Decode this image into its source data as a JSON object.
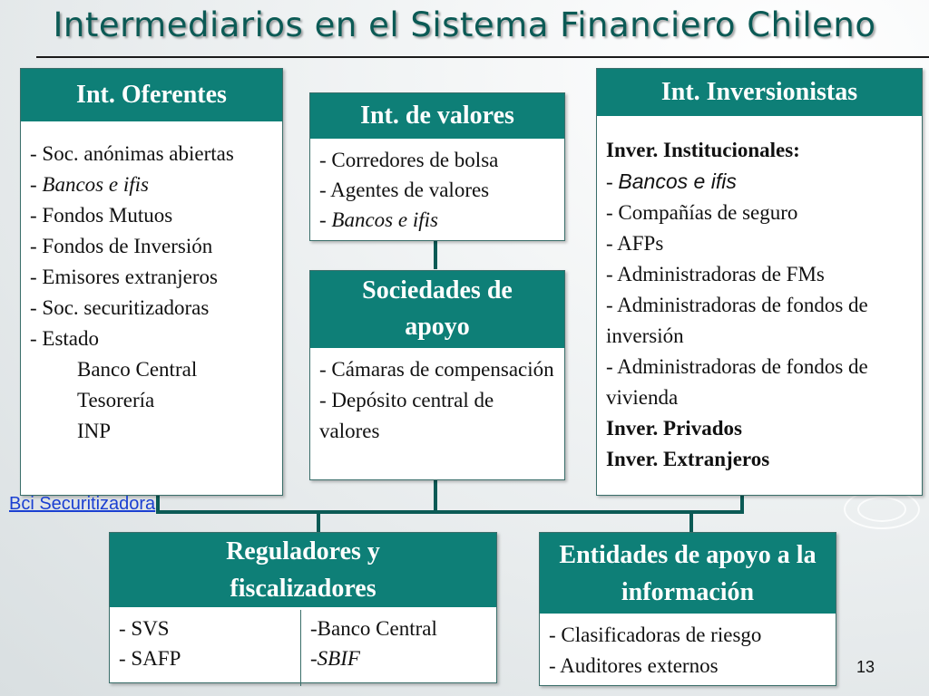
{
  "title": "Intermediarios en el Sistema Financiero Chileno",
  "oferentes": {
    "header": "Int. Oferentes",
    "items": [
      "- Soc. anónimas abiertas",
      "- Fondos Mutuos",
      "- Fondos de Inversión",
      "- Emisores extranjeros",
      "- Soc. securitizadoras",
      "- Estado"
    ],
    "bancos": "Bancos e ifis",
    "estado_sub": [
      "Banco Central",
      "Tesorería",
      "INP"
    ]
  },
  "valores": {
    "header": "Int. de valores",
    "items": [
      "- Corredores de bolsa",
      "- Agentes de valores"
    ],
    "bancos": "Bancos e ifis"
  },
  "apoyo": {
    "header": "Sociedades de apoyo",
    "items": [
      "- Cámaras de compensación",
      "- Depósito central de valores"
    ]
  },
  "inversionistas": {
    "header": "Int. Inversionistas",
    "institucionales": "Inver. Institucionales:",
    "bancos": "Bancos e ifis",
    "items": [
      "- Compañías de seguro",
      "- AFPs",
      "- Administradoras de FMs",
      "- Administradoras de fondos de inversión",
      "- Administradoras de fondos de vivienda"
    ],
    "privados": "Inver. Privados",
    "extranjeros": "Inver. Extranjeros"
  },
  "reguladores": {
    "header": "Reguladores y fiscalizadores",
    "left": [
      "- SVS",
      "- SAFP"
    ],
    "right_1": "-Banco Central",
    "right_2": "SBIF"
  },
  "informacion": {
    "header": "Entidades de apoyo a la información",
    "items": [
      "- Clasificadoras de riesgo",
      "- Auditores externos"
    ]
  },
  "link": "Bci Securitizadora",
  "page_number": "13",
  "colors": {
    "header_bg": "#0e7f77",
    "title": "#0b5a55",
    "link": "#1a3fd1"
  }
}
